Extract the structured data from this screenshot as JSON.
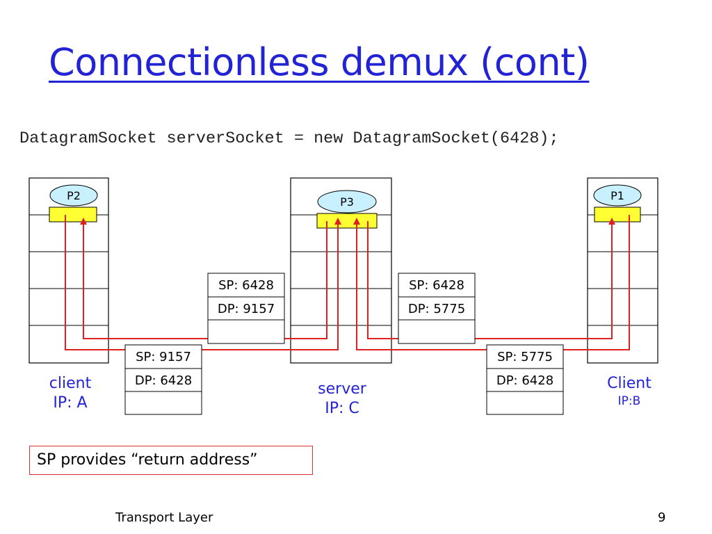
{
  "slide": {
    "title": "Connectionless demux (cont)",
    "code_line": "DatagramSocket serverSocket = new DatagramSocket(6428);",
    "note": "SP provides “return address”",
    "footer_left": "Transport Layer",
    "page_number": "9"
  },
  "hosts": {
    "client_a": {
      "process": "P2",
      "line1": "client",
      "line2": "IP: A"
    },
    "server_c": {
      "process": "P3",
      "line1": "server",
      "line2": "IP: C"
    },
    "client_b": {
      "process": "P1",
      "line1": "Client",
      "line2": "IP:B"
    }
  },
  "segments": {
    "a_to_c": {
      "sp": "SP: 9157",
      "dp": "DP: 6428"
    },
    "c_to_a": {
      "sp": "SP: 6428",
      "dp": "DP: 9157"
    },
    "c_to_b": {
      "sp": "SP: 6428",
      "dp": "DP: 5775"
    },
    "b_to_c": {
      "sp": "SP: 5775",
      "dp": "DP: 6428"
    }
  },
  "colors": {
    "title": "#2323d6",
    "caption": "#2323d6",
    "path": "#e02020",
    "socket": "#ffff33",
    "process_bubble": "#c8f0ff",
    "note_border": "#e03030"
  }
}
